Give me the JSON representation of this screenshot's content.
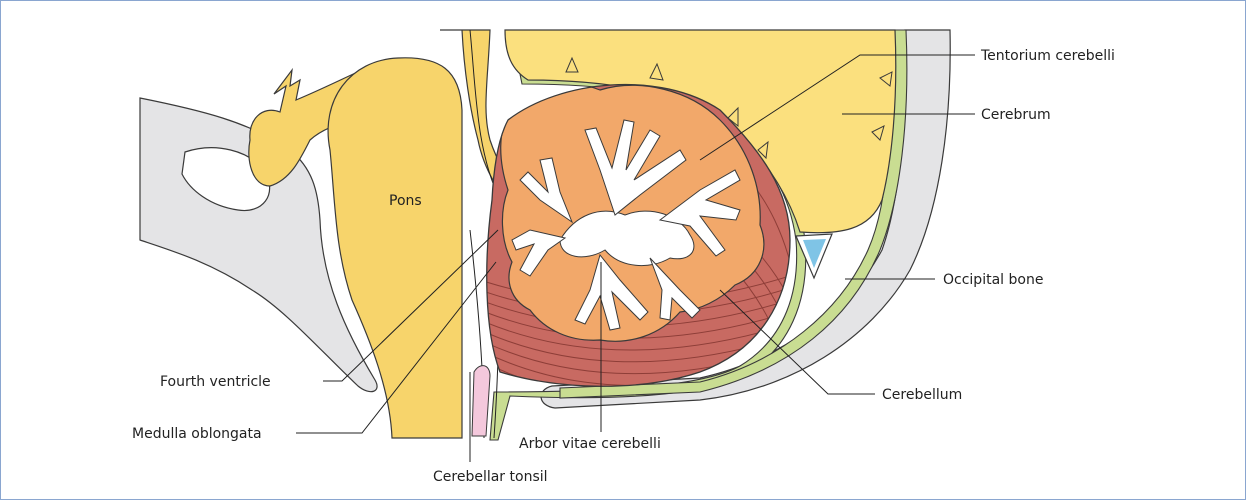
{
  "diagram": {
    "labels": {
      "pons": "Pons",
      "tentorium": "Tentorium cerebelli",
      "cerebrum": "Cerebrum",
      "occipital_bone": "Occipital bone",
      "cerebellum": "Cerebellum",
      "fourth_ventricle": "Fourth ventricle",
      "medulla": "Medulla oblongata",
      "arbor_vitae": "Arbor vitae cerebelli",
      "tonsil": "Cerebellar tonsil"
    },
    "colors": {
      "brainstem_yellow": "#f7d46b",
      "cerebrum_yellow": "#fbe07e",
      "cerebellum_red": "#c86a62",
      "folia_orange": "#f2a86a",
      "bone_grey": "#e4e4e6",
      "dura_green": "#c9dd92",
      "sinus_blue": "#7fc4e6",
      "tonsil_pink": "#f4c8dc",
      "outline": "#3a3a3a"
    }
  }
}
